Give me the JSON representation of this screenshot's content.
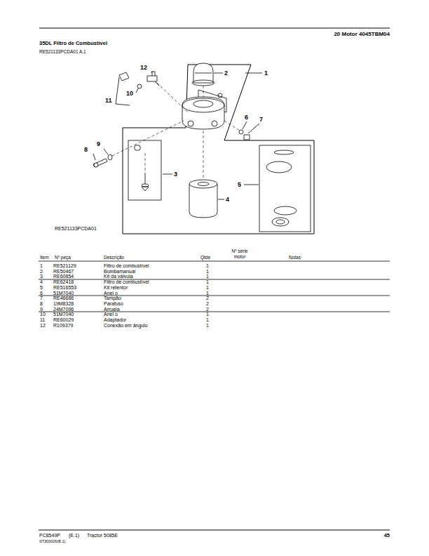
{
  "diagram": {
    "title": "35DL Filtro de Combustível",
    "labels": [
      "20 Motor 4045TBM04",
      "RE521133PCDA01 A.1",
      "12",
      "2",
      "1",
      "11",
      "10",
      "6",
      "7",
      "8",
      "9",
      "3",
      "5",
      "4",
      "RE521133PCDA01",
      "Item",
      "Nº peça",
      "Descrição",
      "Qtde",
      "Nº série motor",
      "Notas",
      "1",
      "RE521129",
      "Filtro de combustível",
      "1",
      "2",
      "RE50467",
      "Bombamanual",
      "1",
      "3",
      "RE60854",
      "Kit da válvula",
      "1",
      "4",
      "RE62418",
      "Filtro de combustível",
      "1",
      "5",
      "RE516553",
      "Kit retentor",
      "1",
      "6",
      "51M7040",
      "Anel o",
      "1",
      "7",
      "RE46686",
      "Tampão",
      "2",
      "8",
      "19M8328",
      "Parafuso",
      "2",
      "9",
      "24M7096",
      "Arruela",
      "2",
      "10",
      "51M7040",
      "Anel o",
      "1",
      "11",
      "RE60029",
      "Adaptador",
      "1",
      "12",
      "R109379",
      "Conexão em ângulo",
      "1",
      "PC8549P",
      "(E.1)",
      "Tractor 5085E",
      "45",
      "ST300026(B.1)"
    ]
  }
}
